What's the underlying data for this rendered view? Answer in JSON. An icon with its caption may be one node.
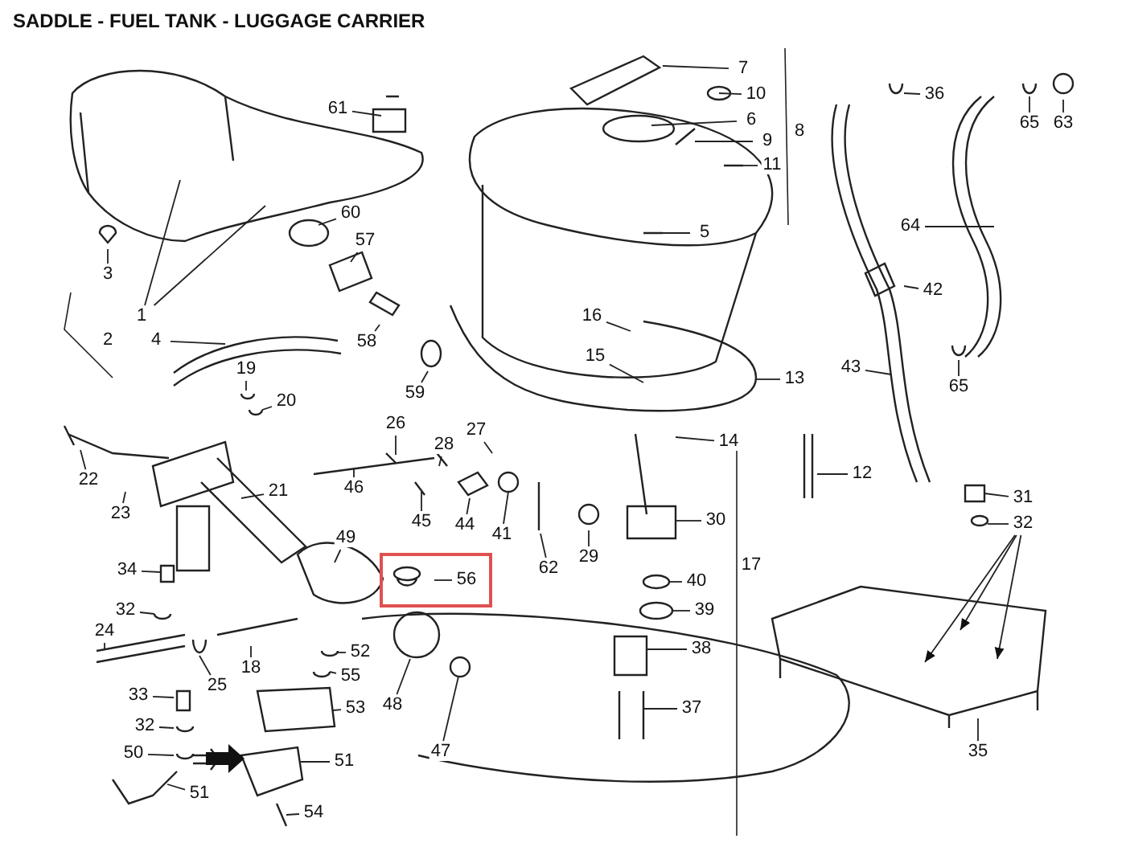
{
  "diagram": {
    "title": "SADDLE - FUEL TANK - LUGGAGE CARRIER",
    "nodes": [
      {
        "text": [
          "7"
        ]
      },
      {
        "text": [
          "61"
        ]
      },
      {
        "text": [
          "10"
        ]
      },
      {
        "text": [
          "6"
        ]
      },
      {
        "text": [
          "9"
        ]
      },
      {
        "text": [
          "11"
        ]
      },
      {
        "text": [
          "5"
        ]
      },
      {
        "text": [
          "36"
        ]
      },
      {
        "text": [
          "65"
        ]
      },
      {
        "text": [
          "63"
        ]
      },
      {
        "text": [
          "64"
        ]
      },
      {
        "text": [
          "42"
        ]
      },
      {
        "text": [
          "43"
        ]
      },
      {
        "text": [
          "65"
        ]
      },
      {
        "text": [
          "60"
        ]
      },
      {
        "text": [
          "57"
        ]
      },
      {
        "text": [
          "3"
        ]
      },
      {
        "text": [
          "1"
        ]
      },
      {
        "text": [
          "16"
        ]
      },
      {
        "text": [
          "15"
        ]
      },
      {
        "text": [
          "13"
        ]
      },
      {
        "text": [
          "58"
        ]
      },
      {
        "text": [
          "4"
        ]
      },
      {
        "text": [
          "59"
        ]
      },
      {
        "text": [
          "19"
        ]
      },
      {
        "text": [
          "20"
        ]
      },
      {
        "text": [
          "26"
        ]
      },
      {
        "text": [
          "28"
        ]
      },
      {
        "text": [
          "27"
        ]
      },
      {
        "text": [
          "14"
        ]
      },
      {
        "text": [
          "22"
        ]
      },
      {
        "text": [
          "12"
        ]
      },
      {
        "text": [
          "21"
        ]
      },
      {
        "text": [
          "46"
        ]
      },
      {
        "text": [
          "23"
        ]
      },
      {
        "text": [
          "45"
        ]
      },
      {
        "text": [
          "44"
        ]
      },
      {
        "text": [
          "41"
        ]
      },
      {
        "text": [
          "30"
        ]
      },
      {
        "text": [
          "31"
        ]
      },
      {
        "text": [
          "32"
        ]
      },
      {
        "text": [
          "49"
        ]
      },
      {
        "text": [
          "62"
        ]
      },
      {
        "text": [
          "29"
        ]
      },
      {
        "text": [
          "34"
        ]
      },
      {
        "text": [
          "56"
        ]
      },
      {
        "text": [
          "40"
        ]
      },
      {
        "text": [
          "32"
        ]
      },
      {
        "text": [
          "39"
        ]
      },
      {
        "text": [
          "24"
        ]
      },
      {
        "text": [
          "38"
        ]
      },
      {
        "text": [
          "52"
        ]
      },
      {
        "text": [
          "18"
        ]
      },
      {
        "text": [
          "55"
        ]
      },
      {
        "text": [
          "25"
        ]
      },
      {
        "text": [
          "33"
        ]
      },
      {
        "text": [
          "48"
        ]
      },
      {
        "text": [
          "53"
        ]
      },
      {
        "text": [
          "37"
        ]
      },
      {
        "text": [
          "32"
        ]
      },
      {
        "text": [
          "50"
        ]
      },
      {
        "text": [
          "35"
        ]
      },
      {
        "text": [
          "47"
        ]
      },
      {
        "text": [
          "51"
        ]
      },
      {
        "text": [
          "51"
        ]
      },
      {
        "text": [
          "54"
        ]
      },
      {
        "text": [
          "8"
        ]
      },
      {
        "text": [
          "2"
        ]
      },
      {
        "text": [
          "17"
        ]
      }
    ],
    "edges": [
      {
        "from": 0,
        "to": null,
        "arrow": "none"
      },
      {
        "from": 1,
        "to": null,
        "arrow": "none"
      },
      {
        "from": 2,
        "to": null,
        "arrow": "none"
      },
      {
        "from": 3,
        "to": null,
        "arrow": "none"
      },
      {
        "from": 4,
        "to": null,
        "arrow": "none"
      },
      {
        "from": 5,
        "to": null,
        "arrow": "none"
      },
      {
        "from": 6,
        "to": null,
        "arrow": "none"
      },
      {
        "from": 7,
        "to": null,
        "arrow": "none"
      },
      {
        "from": 8,
        "to": null,
        "arrow": "none"
      },
      {
        "from": 9,
        "to": null,
        "arrow": "none"
      },
      {
        "from": 10,
        "to": null,
        "arrow": "none"
      },
      {
        "from": 11,
        "to": null,
        "arrow": "none"
      },
      {
        "from": 12,
        "to": null,
        "arrow": "none"
      },
      {
        "from": 13,
        "to": null,
        "arrow": "none"
      },
      {
        "from": 14,
        "to": null,
        "arrow": "none"
      },
      {
        "from": 15,
        "to": null,
        "arrow": "none"
      },
      {
        "from": 16,
        "to": null,
        "arrow": "none"
      },
      {
        "from": 17,
        "to": null,
        "arrow": "none"
      },
      {
        "from": 17,
        "to": null,
        "arrow": "none"
      },
      {
        "from": 18,
        "to": null,
        "arrow": "none"
      },
      {
        "from": 19,
        "to": null,
        "arrow": "none"
      },
      {
        "from": 20,
        "to": null,
        "arrow": "none"
      },
      {
        "from": 21,
        "to": null,
        "arrow": "none"
      },
      {
        "from": 22,
        "to": null,
        "arrow": "none"
      },
      {
        "from": 23,
        "to": null,
        "arrow": "none"
      },
      {
        "from": 24,
        "to": null,
        "arrow": "none"
      },
      {
        "from": 25,
        "to": null,
        "arrow": "none"
      },
      {
        "from": 26,
        "to": null,
        "arrow": "none"
      },
      {
        "from": 27,
        "to": null,
        "arrow": "none"
      },
      {
        "from": 28,
        "to": null,
        "arrow": "none"
      },
      {
        "from": 29,
        "to": null,
        "arrow": "none"
      },
      {
        "from": 30,
        "to": null,
        "arrow": "none"
      },
      {
        "from": 31,
        "to": null,
        "arrow": "none"
      },
      {
        "from": 32,
        "to": null,
        "arrow": "none"
      },
      {
        "from": 33,
        "to": null,
        "arrow": "none"
      },
      {
        "from": 34,
        "to": null,
        "arrow": "none"
      },
      {
        "from": 35,
        "to": null,
        "arrow": "none"
      },
      {
        "from": 36,
        "to": null,
        "arrow": "none"
      },
      {
        "from": 37,
        "to": null,
        "arrow": "none"
      },
      {
        "from": 38,
        "to": null,
        "arrow": "none"
      },
      {
        "from": 39,
        "to": null,
        "arrow": "none"
      },
      {
        "from": 40,
        "to": null,
        "arrow": "none"
      },
      {
        "from": 40,
        "to": null,
        "arrow": "to"
      },
      {
        "from": 40,
        "to": null,
        "arrow": "to"
      },
      {
        "from": 40,
        "to": null,
        "arrow": "to"
      },
      {
        "from": 41,
        "to": null,
        "arrow": "none"
      },
      {
        "from": 42,
        "to": null,
        "arrow": "none"
      },
      {
        "from": 43,
        "to": null,
        "arrow": "none"
      },
      {
        "from": 44,
        "to": null,
        "arrow": "none"
      },
      {
        "from": 45,
        "to": null,
        "arrow": "none"
      },
      {
        "from": 46,
        "to": null,
        "arrow": "none"
      },
      {
        "from": 47,
        "to": null,
        "arrow": "none"
      },
      {
        "from": 48,
        "to": null,
        "arrow": "none"
      },
      {
        "from": 49,
        "to": null,
        "arrow": "none"
      },
      {
        "from": 50,
        "to": null,
        "arrow": "none"
      },
      {
        "from": 51,
        "to": null,
        "arrow": "none"
      },
      {
        "from": 52,
        "to": null,
        "arrow": "none"
      },
      {
        "from": 53,
        "to": null,
        "arrow": "none"
      },
      {
        "from": 54,
        "to": null,
        "arrow": "none"
      },
      {
        "from": 55,
        "to": null,
        "arrow": "none"
      },
      {
        "from": 56,
        "to": null,
        "arrow": "none"
      },
      {
        "from": 57,
        "to": null,
        "arrow": "none"
      },
      {
        "from": 58,
        "to": null,
        "arrow": "none"
      },
      {
        "from": 59,
        "to": null,
        "arrow": "none"
      },
      {
        "from": 60,
        "to": null,
        "arrow": "none"
      },
      {
        "from": 61,
        "to": null,
        "arrow": "none"
      },
      {
        "from": 62,
        "to": null,
        "arrow": "none"
      },
      {
        "from": 63,
        "to": null,
        "arrow": "none"
      },
      {
        "from": 64,
        "to": null,
        "arrow": "none"
      },
      {
        "from": 65,
        "to": null,
        "arrow": "none"
      }
    ]
  }
}
